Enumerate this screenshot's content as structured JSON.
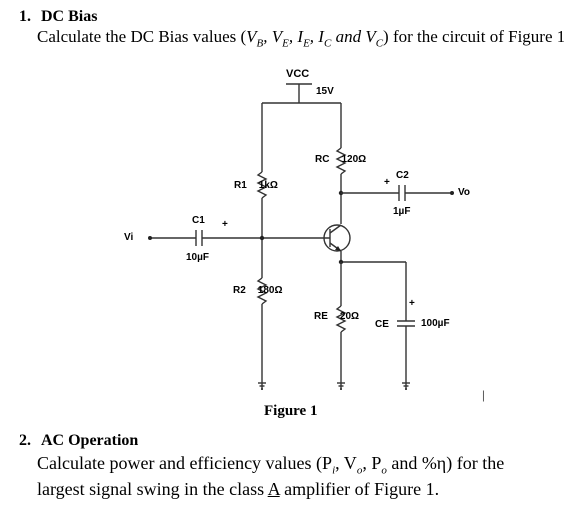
{
  "question1": {
    "number": "1.",
    "title": "DC Bias",
    "prompt_before": "Calculate the DC Bias values (",
    "vars": [
      "V",
      "B",
      ", V",
      "E",
      ", I",
      "E",
      ", I",
      "C",
      " and V",
      "C"
    ],
    "prompt_after": ") for the circuit of Figure 1."
  },
  "circuit": {
    "vcc_label": "VCC",
    "vcc_value": "15V",
    "rc_label": "RC",
    "rc_value": "120Ω",
    "r1_label": "R1",
    "r1_value": "1kΩ",
    "r2_label": "R2",
    "r2_value": "180Ω",
    "re_label": "RE",
    "re_value": "20Ω",
    "c1_label": "C1",
    "c1_value": "10µF",
    "c2_label": "C2",
    "c2_value": "1µF",
    "ce_label": "CE",
    "ce_value": "100µF",
    "vi_label": "Vi",
    "vo_label": "Vo",
    "plus_sign": "+",
    "caption": "Figure 1"
  },
  "question2": {
    "number": "2.",
    "title": "AC Operation",
    "line1_before": "Calculate power and efficiency values (P",
    "line1_sub_i": "i",
    "line1_mid1": ", V",
    "line1_sub_o": "o",
    "line1_mid2": ", P",
    "line1_sub_o2": "o",
    "line1_mid3": " and %η) for the",
    "line2_before": "largest signal swing in the class ",
    "line2_class": "A",
    "line2_after": " amplifier of Figure 1."
  },
  "stray_mark": "|"
}
